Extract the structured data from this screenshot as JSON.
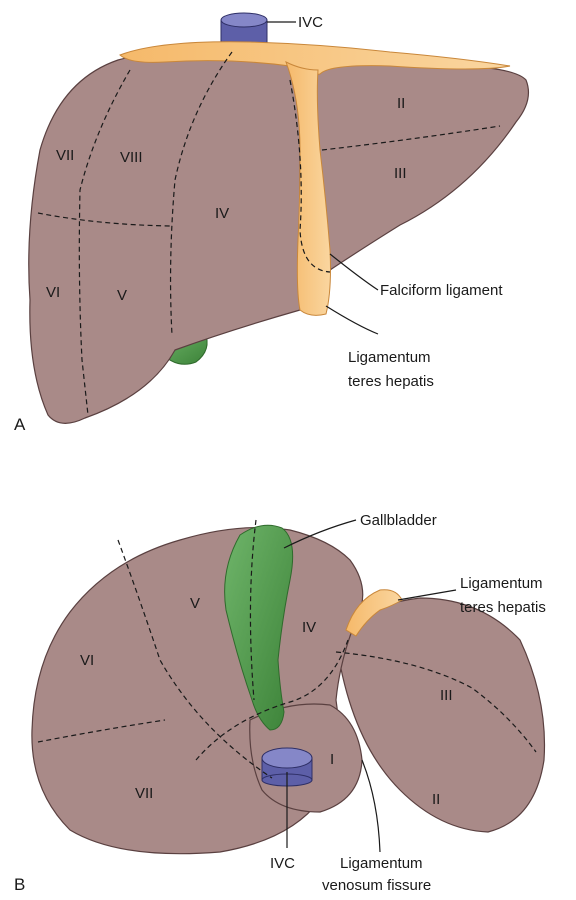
{
  "figure_a": {
    "panel_label": "A",
    "segments": [
      "II",
      "III",
      "IV",
      "V",
      "VI",
      "VII",
      "VIII"
    ],
    "labels": {
      "ivc": "IVC",
      "falciform": "Falciform ligament",
      "teres_line1": "Ligamentum",
      "teres_line2": "teres hepatis"
    }
  },
  "figure_b": {
    "panel_label": "B",
    "segments": [
      "I",
      "II",
      "III",
      "IV",
      "V",
      "VI",
      "VII"
    ],
    "labels": {
      "gallbladder": "Gallbladder",
      "teres_line1": "Ligamentum",
      "teres_line2": "teres hepatis",
      "ivc": "IVC",
      "venosum_line1": "Ligamentum",
      "venosum_line2": "venosum fissure"
    }
  },
  "colors": {
    "liver": "#a98a88",
    "ligament": "#f7c47e",
    "gallbladder": "#4f9a4a",
    "ivc": "#5d5fa8"
  }
}
